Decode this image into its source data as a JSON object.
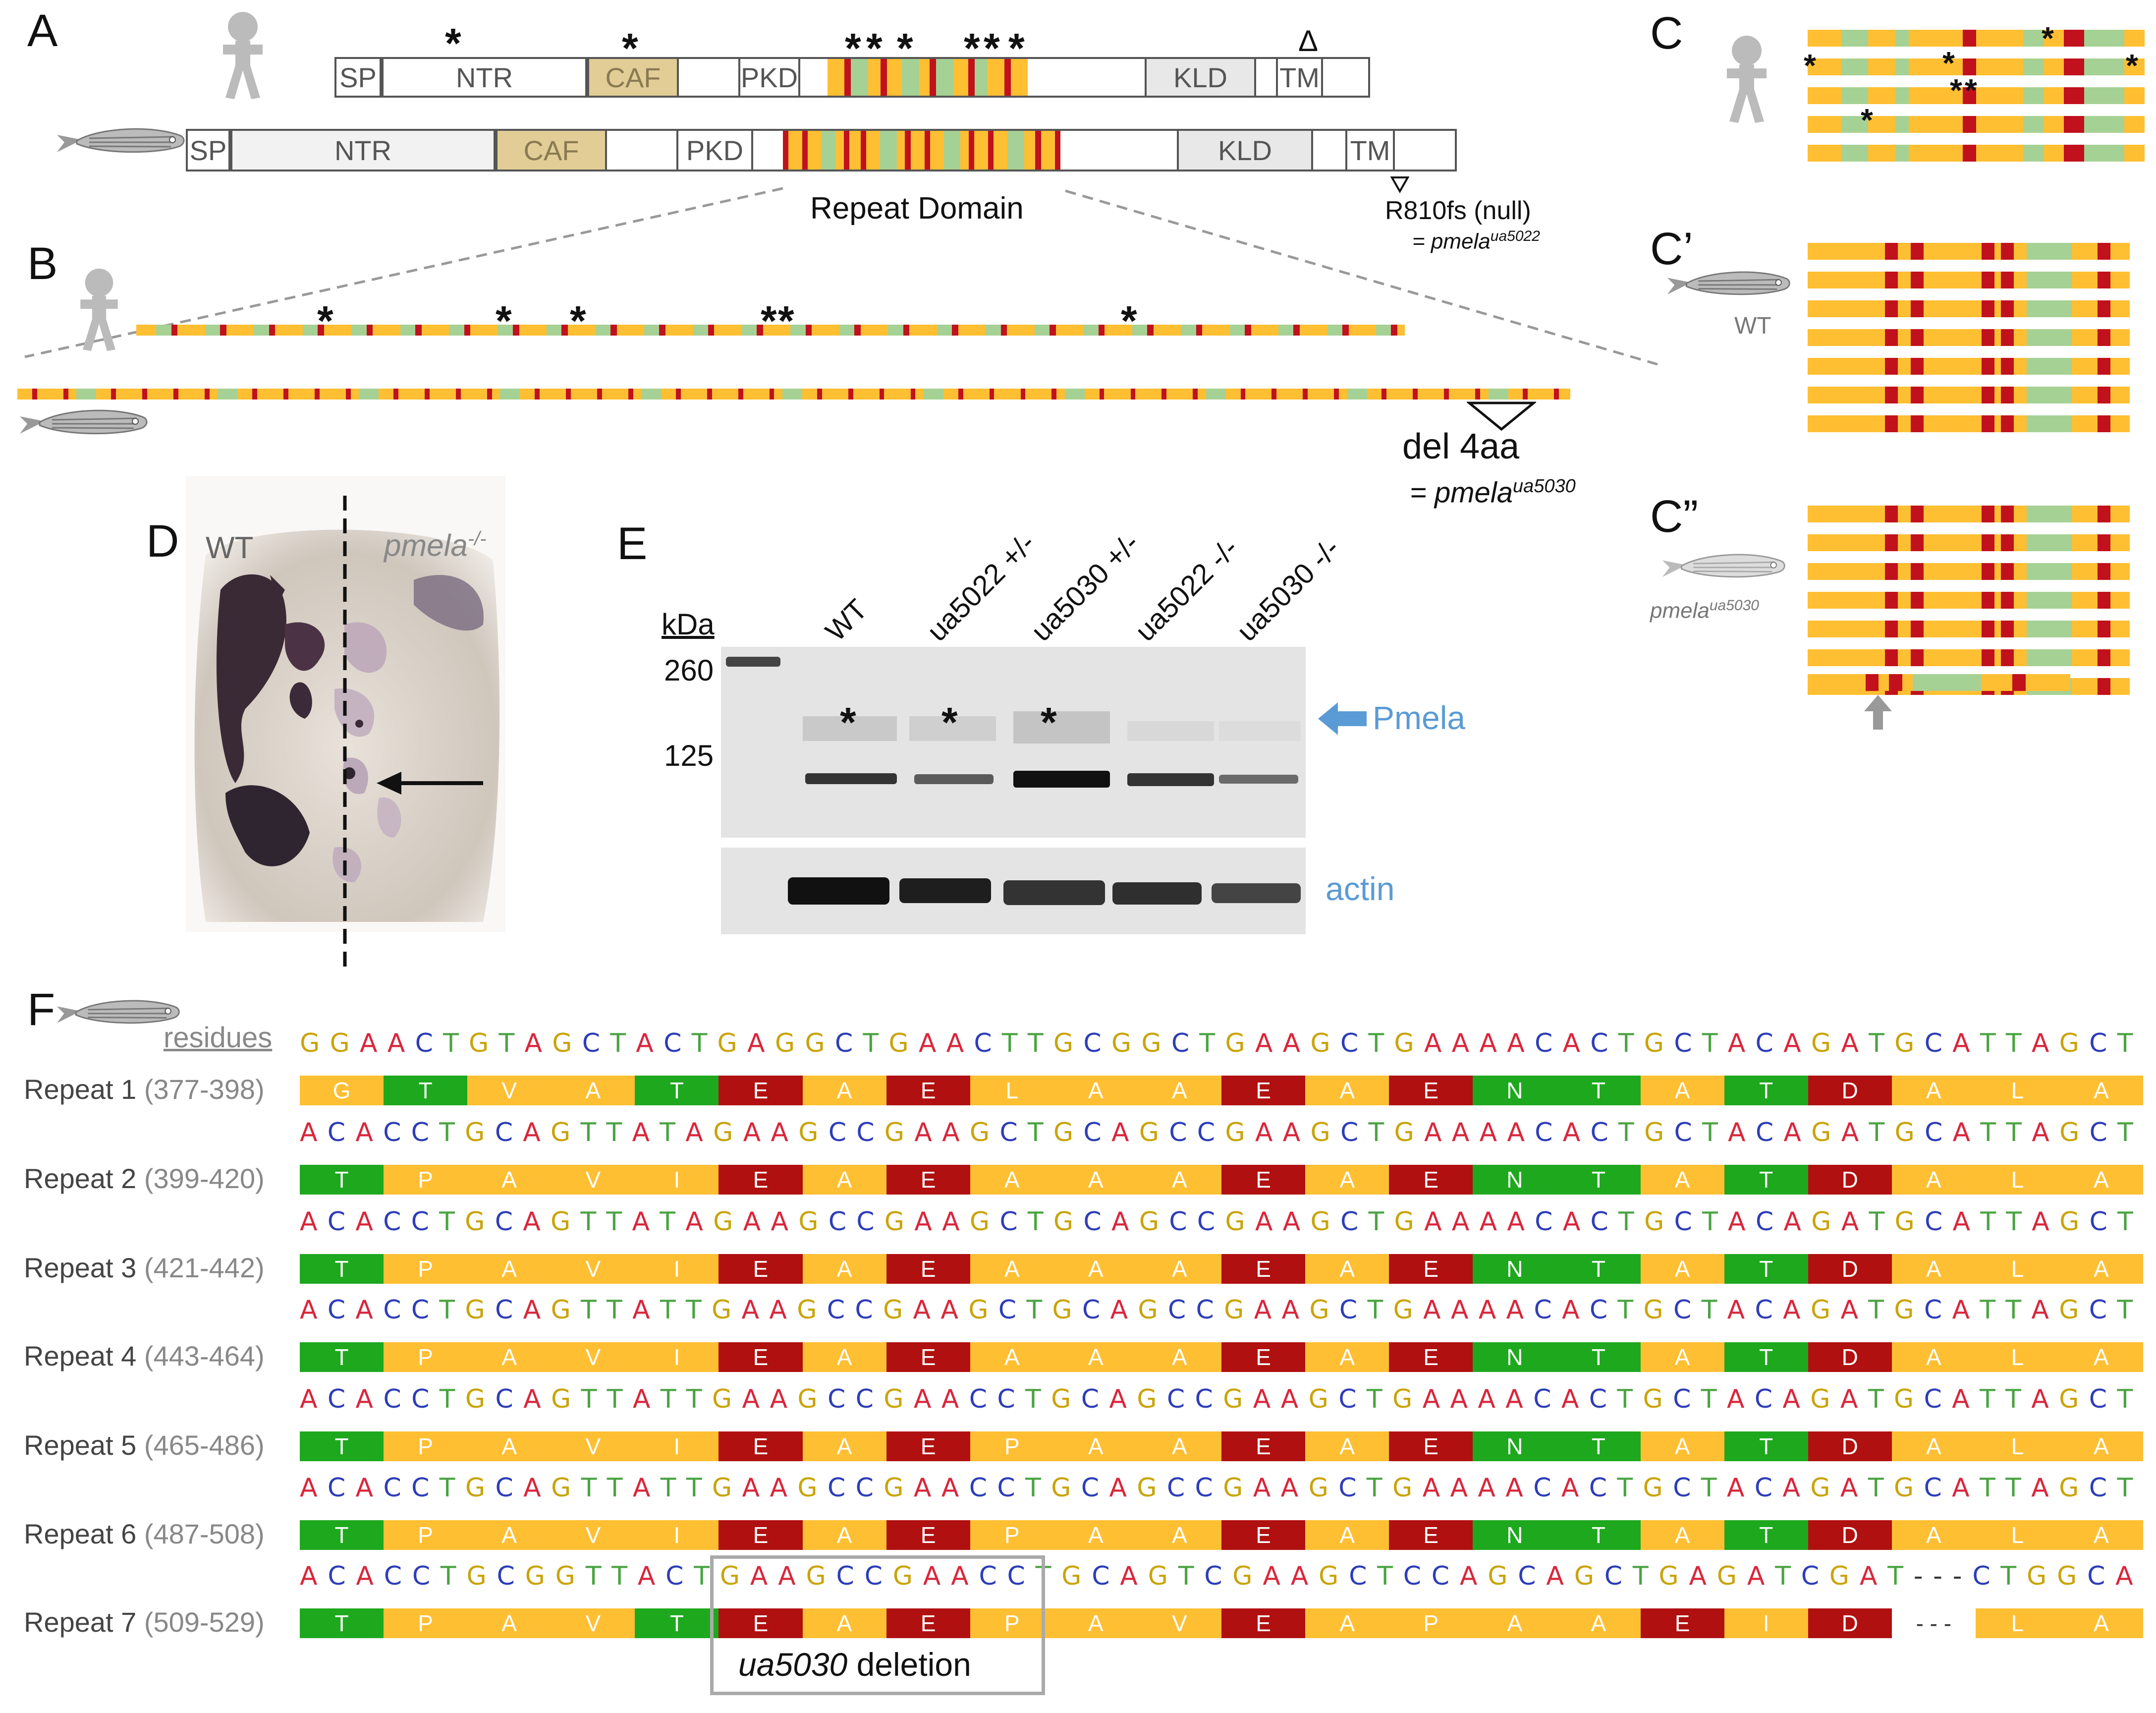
{
  "panels": {
    "A": "A",
    "B": "B",
    "C": "C",
    "Cp": "C’",
    "Cpp": "C”",
    "D": "D",
    "E": "E",
    "F": "F"
  },
  "colors": {
    "orange": "#ffbf32",
    "green": "#a6d194",
    "red": "#c0111c",
    "aa_green": "#1ea81e",
    "aa_red": "#b01010",
    "blue_label": "#5b9bd5"
  },
  "icons": [
    "human-icon",
    "zebrafish-icon",
    "arrow-up-icon",
    "arrow-left-icon"
  ],
  "panelA": {
    "human_domains": {
      "sp": "SP",
      "ntr": "NTR",
      "caf": "CAF",
      "pkd": "PKD",
      "kld": "KLD",
      "tm": "TM"
    },
    "fish_domains": {
      "sp": "SP",
      "ntr": "NTR",
      "caf": "CAF",
      "pkd": "PKD",
      "kld": "KLD",
      "tm": "TM"
    },
    "delta_mark": "Δ",
    "repeat_label": "Repeat Domain",
    "null_allele": "R810fs (null)",
    "allele_prefix": "= pmela",
    "allele_sup": "ua5022",
    "asterisk": "*"
  },
  "panelB": {
    "deletion": "del 4aa",
    "allele_prefix": "= pmela",
    "allele_sup": "ua5030"
  },
  "panelC": {
    "wt_label": "WT",
    "mut_label": "pmela",
    "mut_sup": "ua5030"
  },
  "panelD": {
    "wt": "WT",
    "mut": "pmela",
    "mut_sup": "-/-"
  },
  "panelE": {
    "kda": "kDa",
    "markers": [
      "260",
      "125"
    ],
    "lanes": [
      "WT",
      "ua5022 +/-",
      "ua5030 +/-",
      "ua5022 -/-",
      "ua5030 -/-"
    ],
    "band_label": "Pmela",
    "loading_label": "actin"
  },
  "panelF": {
    "residues_header": "residues",
    "deletion_label_italic": "ua5030",
    "deletion_label_rest": " deletion",
    "repeats": [
      {
        "name": "Repeat 1",
        "range": "(377-398)",
        "nt": "GGAACTGTAGCTACTGAGGCTGAACTTGCGGCTGAAGCTGAAAACACTGCTACAGATGCATTAGCT",
        "aa": [
          "G",
          "T",
          "V",
          "A",
          "T",
          "E",
          "A",
          "E",
          "L",
          "A",
          "A",
          "E",
          "A",
          "E",
          "N",
          "T",
          "A",
          "T",
          "D",
          "A",
          "L",
          "A"
        ]
      },
      {
        "name": "Repeat 2",
        "range": "(399-420)",
        "nt": "ACACCTGCAGTTATAGAAGCCGAAGCTGCAGCCGAAGCTGAAAACACTGCTACAGATGCATTAGCT",
        "aa": [
          "T",
          "P",
          "A",
          "V",
          "I",
          "E",
          "A",
          "E",
          "A",
          "A",
          "A",
          "E",
          "A",
          "E",
          "N",
          "T",
          "A",
          "T",
          "D",
          "A",
          "L",
          "A"
        ]
      },
      {
        "name": "Repeat 3",
        "range": "(421-442)",
        "nt": "ACACCTGCAGTTATAGAAGCCGAAGCTGCAGCCGAAGCTGAAAACACTGCTACAGATGCATTAGCT",
        "aa": [
          "T",
          "P",
          "A",
          "V",
          "I",
          "E",
          "A",
          "E",
          "A",
          "A",
          "A",
          "E",
          "A",
          "E",
          "N",
          "T",
          "A",
          "T",
          "D",
          "A",
          "L",
          "A"
        ]
      },
      {
        "name": "Repeat 4",
        "range": "(443-464)",
        "nt": "ACACCTGCAGTTATTGAAGCCGAAGCTGCAGCCGAAGCTGAAAACACTGCTACAGATGCATTAGCT",
        "aa": [
          "T",
          "P",
          "A",
          "V",
          "I",
          "E",
          "A",
          "E",
          "A",
          "A",
          "A",
          "E",
          "A",
          "E",
          "N",
          "T",
          "A",
          "T",
          "D",
          "A",
          "L",
          "A"
        ]
      },
      {
        "name": "Repeat 5",
        "range": "(465-486)",
        "nt": "ACACCTGCAGTTATTGAAGCCGAACCTGCAGCCGAAGCTGAAAACACTGCTACAGATGCATTAGCT",
        "aa": [
          "T",
          "P",
          "A",
          "V",
          "I",
          "E",
          "A",
          "E",
          "P",
          "A",
          "A",
          "E",
          "A",
          "E",
          "N",
          "T",
          "A",
          "T",
          "D",
          "A",
          "L",
          "A"
        ]
      },
      {
        "name": "Repeat 6",
        "range": "(487-508)",
        "nt": "ACACCTGCAGTTATTGAAGCCGAACCTGCAGCCGAAGCTGAAAACACTGCTACAGATGCATTAGCT",
        "aa": [
          "T",
          "P",
          "A",
          "V",
          "I",
          "E",
          "A",
          "E",
          "P",
          "A",
          "A",
          "E",
          "A",
          "E",
          "N",
          "T",
          "A",
          "T",
          "D",
          "A",
          "L",
          "A"
        ]
      },
      {
        "name": "Repeat 7",
        "range": "(509-529)",
        "nt": "ACACCTGCGGTTACTGAAGCCGAACCTGCAGTCGAAGCTCCAGCAGCTGAGATCGAT---CTGGCA",
        "aa": [
          "T",
          "P",
          "A",
          "V",
          "T",
          "E",
          "A",
          "E",
          "P",
          "A",
          "V",
          "E",
          "A",
          "P",
          "A",
          "A",
          "E",
          "I",
          "D",
          "-",
          "L",
          "A"
        ]
      }
    ]
  }
}
